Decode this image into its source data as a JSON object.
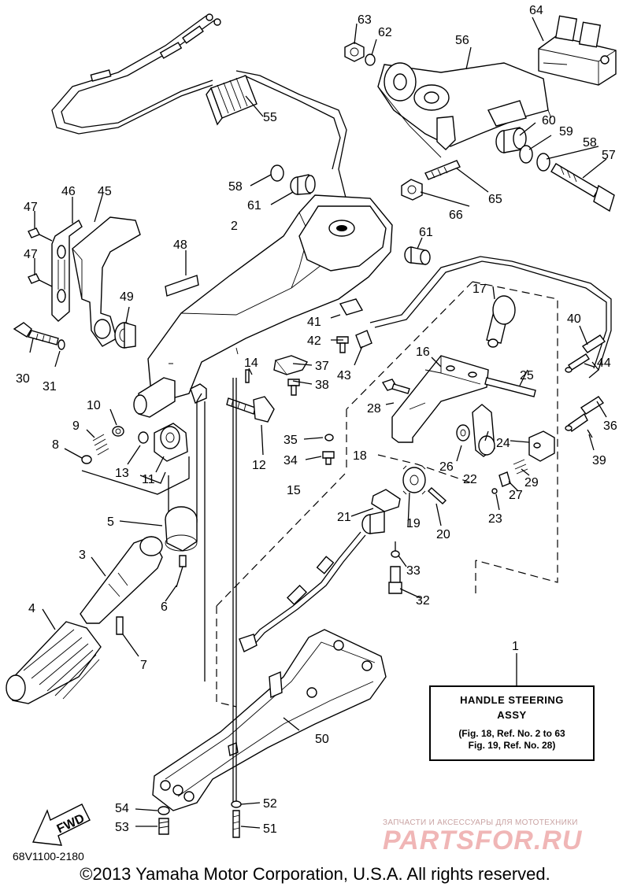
{
  "callouts": {
    "n1": "1",
    "n2": "2",
    "n3": "3",
    "n4": "4",
    "n5": "5",
    "n6": "6",
    "n7": "7",
    "n8": "8",
    "n9": "9",
    "n10": "10",
    "n11": "11",
    "n12": "12",
    "n13": "13",
    "n14": "14",
    "n15": "15",
    "n16": "16",
    "n17": "17",
    "n18": "18",
    "n19": "19",
    "n20": "20",
    "n21": "21",
    "n22": "22",
    "n23": "23",
    "n24": "24",
    "n25": "25",
    "n26": "26",
    "n27": "27",
    "n28": "28",
    "n29": "29",
    "n30": "30",
    "n31": "31",
    "n32": "32",
    "n33": "33",
    "n34": "34",
    "n35": "35",
    "n36": "36",
    "n37": "37",
    "n38": "38",
    "n39": "39",
    "n40": "40",
    "n41": "41",
    "n42": "42",
    "n43": "43",
    "n44": "44",
    "n45": "45",
    "n46": "46",
    "n47a": "47",
    "n47b": "47",
    "n48": "48",
    "n49": "49",
    "n50": "50",
    "n51": "51",
    "n52": "52",
    "n53": "53",
    "n54": "54",
    "n55": "55",
    "n56": "56",
    "n57": "57",
    "n58a": "58",
    "n58b": "58",
    "n59": "59",
    "n60": "60",
    "n61a": "61",
    "n61b": "61",
    "n62": "62",
    "n63": "63",
    "n64": "64",
    "n65": "65",
    "n66": "66"
  },
  "assy_box": {
    "line1": "HANDLE STEERING",
    "line2": "ASSY",
    "line3": "(Fig. 18, Ref. No. 2 to 63",
    "line4": "Fig. 19, Ref. No. 28)"
  },
  "fwd_label": "FWD",
  "diagram_code": "68V1100-2180",
  "copyright": "©2013 Yamaha Motor Corporation, U.S.A. All rights reserved.",
  "watermark": {
    "tagline": "ЗАПЧАСТИ И АКСЕССУАРЫ ДЛЯ МОТОТЕХНИКИ",
    "logo": "PARTSFOR.RU"
  }
}
